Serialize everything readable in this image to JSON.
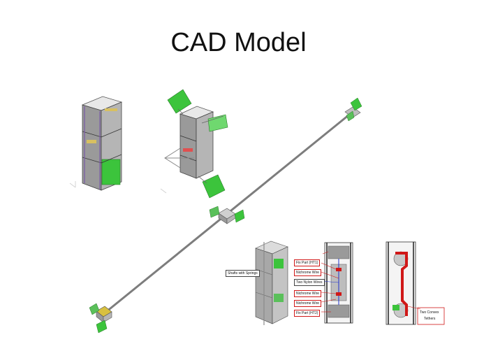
{
  "slide": {
    "title": "CAD Model"
  },
  "callouts": {
    "shafts": "Shafts with Springs",
    "fix_part_1": "Fix Part (HT1)",
    "nichrome_1": "Nichrome Wire",
    "nylon": "Two Nylon Wires",
    "nichrome_2": "Nichrome Wire",
    "nichrome_3": "Nichrome Wire",
    "fix_part_2": "Fix Part (HT2)",
    "convex_line1": "Two Convex",
    "convex_line2": "Tethers"
  },
  "colors": {
    "panel_green": "#3cc43c",
    "frame_gray": "#8c8c8c",
    "rail_purple": "#7a5aa6",
    "callout_red": "#d01818",
    "tether": "#7d7d7d"
  }
}
